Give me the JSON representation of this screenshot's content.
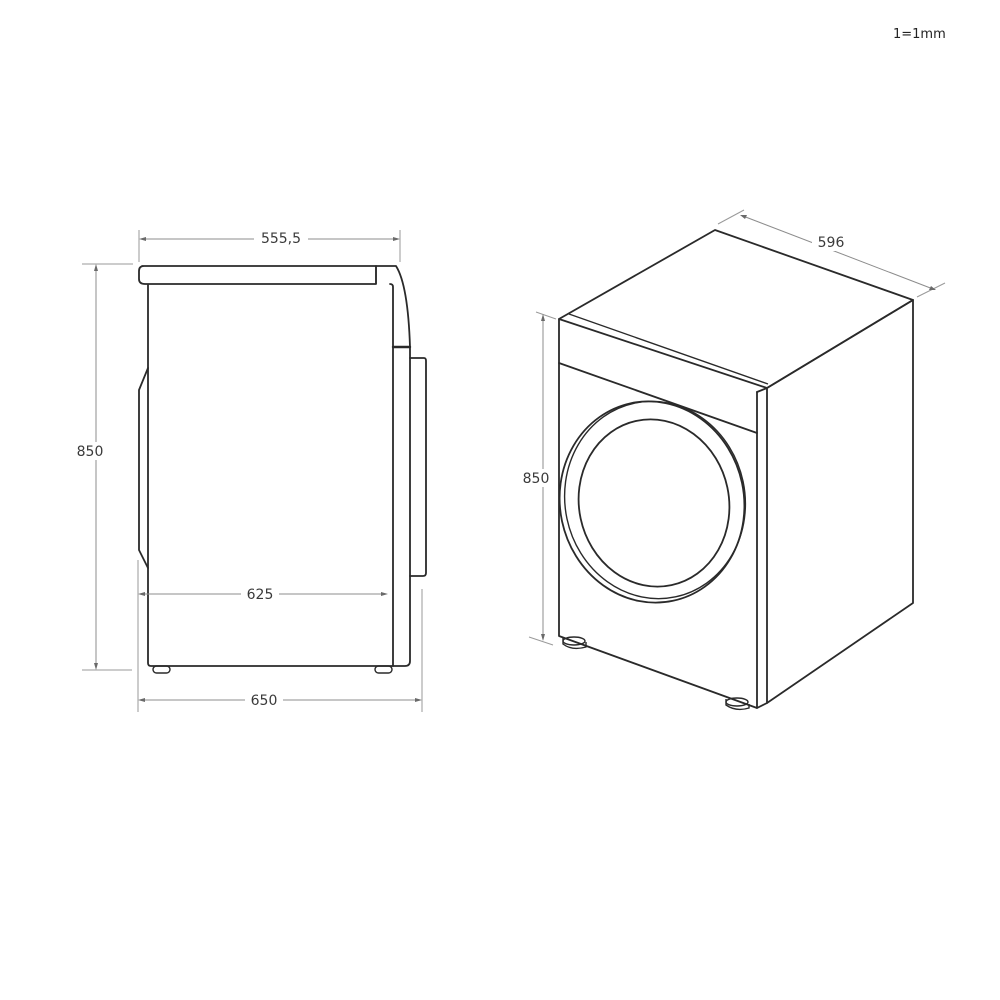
{
  "scale_note": "1=1mm",
  "units": "mm",
  "side_view": {
    "title": "side-view",
    "dimensions": {
      "top_depth": "555,5",
      "height": "850",
      "body_depth": "625",
      "overall_depth": "650"
    }
  },
  "iso_view": {
    "title": "isometric-view",
    "dimensions": {
      "width": "596",
      "height": "850"
    }
  },
  "colors": {
    "outline": "#2a2a2a",
    "dimension_line": "#8c8c8c",
    "text": "#3a3a3a",
    "background": "#ffffff"
  }
}
